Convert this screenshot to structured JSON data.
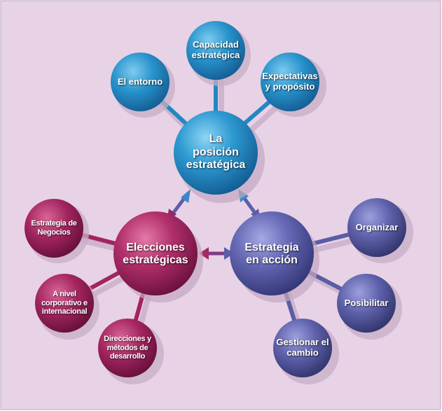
{
  "colors": {
    "background": "#E8D2E6",
    "blue": "#2690C8",
    "crimson": "#A4245E",
    "purple": "#5C5EA8"
  },
  "diagram": {
    "center": {
      "label": "La\nposición\nestratégica"
    },
    "choices": {
      "label": "Elecciones\nestratégicas"
    },
    "action": {
      "label": "Estrategia\nen acción"
    },
    "position_items": [
      {
        "label": "El entorno"
      },
      {
        "label": "Capacidad\nestratégica"
      },
      {
        "label": "Expectativas\ny propósito"
      }
    ],
    "choices_items": [
      {
        "label": "Estrategia de\nNegocios"
      },
      {
        "label": "A nivel\ncorporativo e\ninternacional"
      },
      {
        "label": "Direcciones y\nmétodos de\ndesarrollo"
      }
    ],
    "action_items": [
      {
        "label": "Organizar"
      },
      {
        "label": "Posibilitar"
      },
      {
        "label": "Gestionar el\ncambio"
      }
    ]
  }
}
